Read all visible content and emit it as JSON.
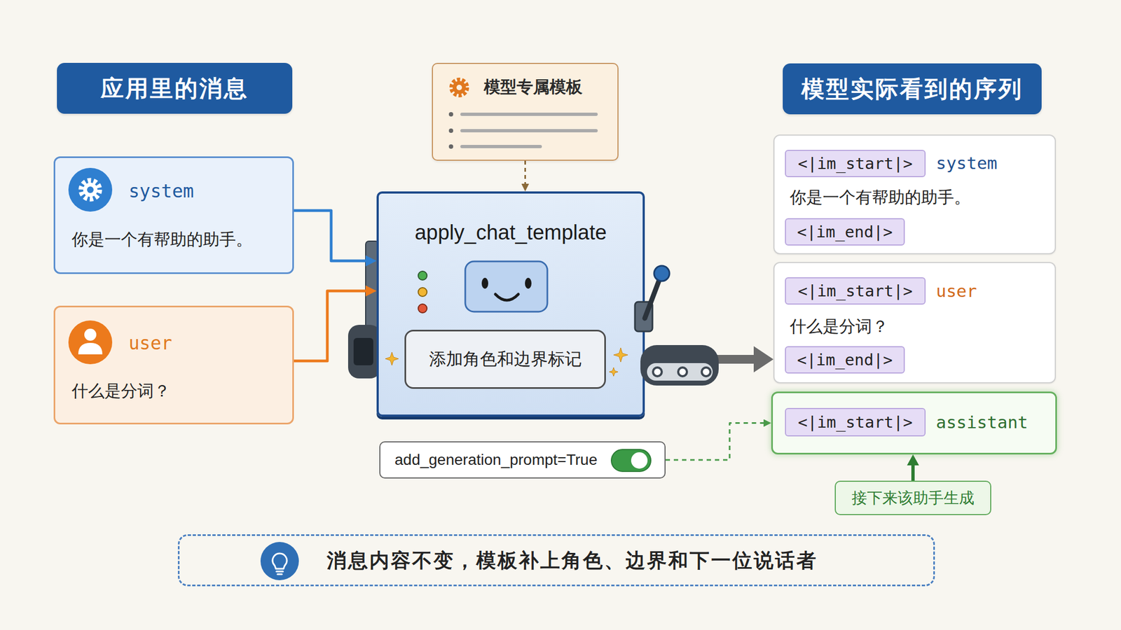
{
  "diagram": {
    "nodes": [
      {
        "text": [
          "应用里的消息"
        ]
      },
      {
        "text": [
          "模型专属模板"
        ]
      },
      {
        "text": [
          "模型实际看到的序列"
        ]
      },
      {
        "text": [
          "system",
          "你是一个有帮助的助手。"
        ]
      },
      {
        "text": [
          "user",
          "什么是分词？"
        ]
      },
      {
        "text": [
          "apply_chat_template"
        ]
      },
      {
        "text": [
          "添加角色和边界标记"
        ],
        "in": 5
      },
      {
        "text": [
          "add_generation_prompt=True"
        ]
      },
      {
        "text": [
          "system",
          "你是一个有帮助的助手。"
        ]
      },
      {
        "text": [
          "<|im_start|>"
        ],
        "in": 8
      },
      {
        "text": [
          "<|im_end|>"
        ],
        "in": 8
      },
      {
        "text": [
          "user",
          "什么是分词？"
        ]
      },
      {
        "text": [
          "<|im_start|>"
        ],
        "in": 11
      },
      {
        "text": [
          "<|im_end|>"
        ],
        "in": 11
      },
      {
        "text": [
          "assistant"
        ]
      },
      {
        "text": [
          "<|im_start|>"
        ],
        "in": 14
      },
      {
        "text": [
          "接下来该助手生成"
        ]
      },
      {
        "text": [
          "消息内容不变，模板补上角色、边界和下一位说话者"
        ]
      }
    ],
    "edges": [
      {
        "from": 3,
        "to": 5,
        "arrow": "to"
      },
      {
        "from": 4,
        "to": 5,
        "arrow": "to"
      },
      {
        "from": 1,
        "to": 5,
        "arrow": "to"
      },
      {
        "from": 5,
        "to": 11,
        "arrow": "to"
      },
      {
        "from": 7,
        "to": 14,
        "arrow": "to"
      },
      {
        "from": 16,
        "to": 14,
        "arrow": "to"
      }
    ]
  }
}
